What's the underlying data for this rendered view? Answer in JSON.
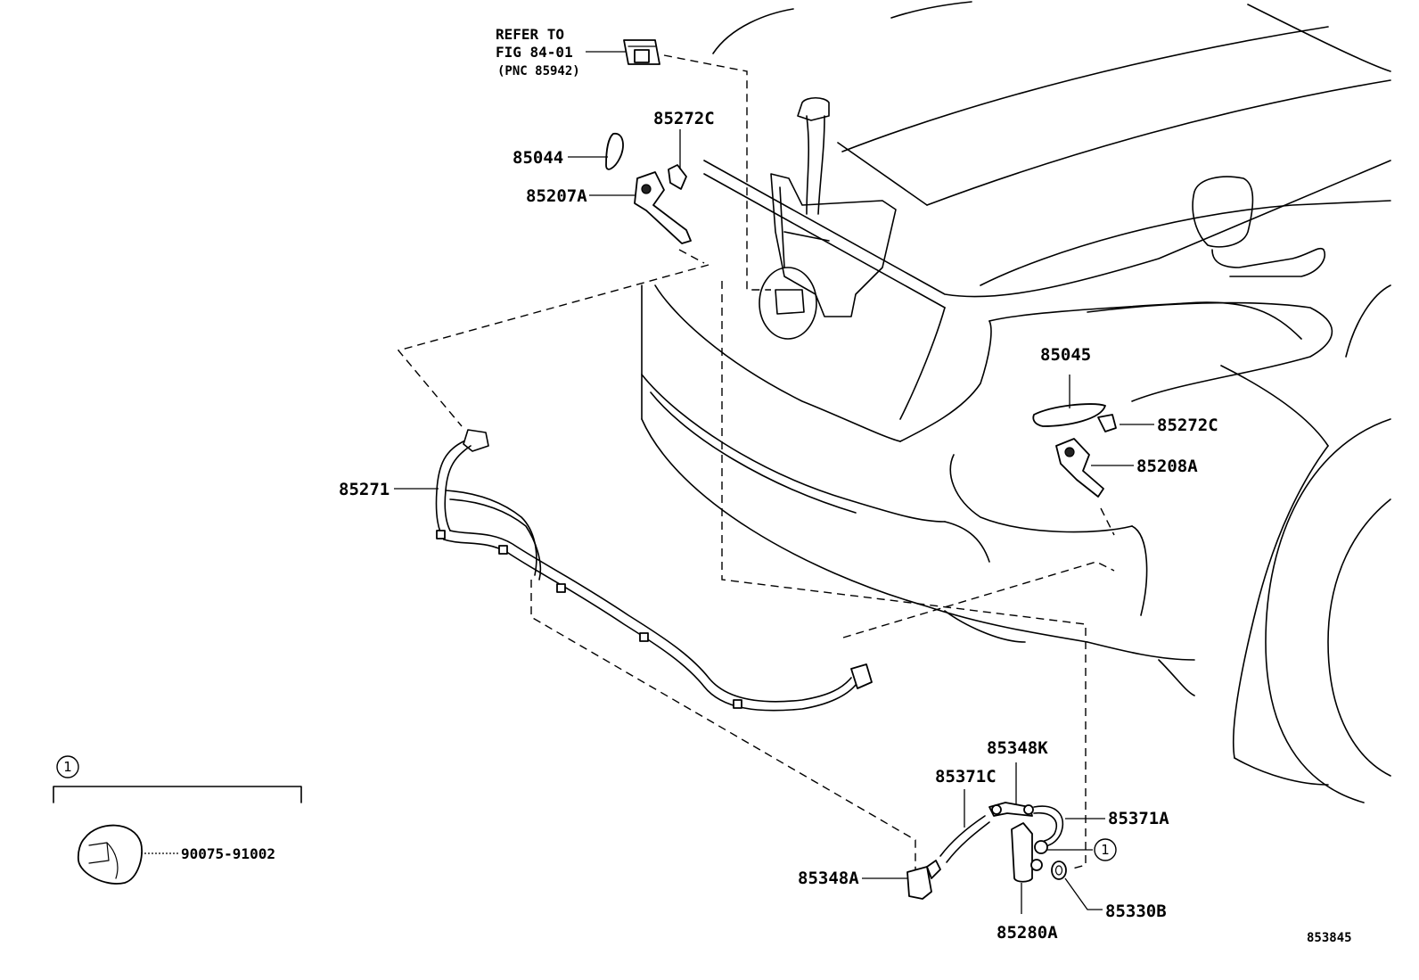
{
  "refer": {
    "line1": "REFER TO",
    "line2": "FIG 84-01",
    "line3": "(PNC 85942)"
  },
  "parts": {
    "p85272C_top": "85272C",
    "p85044": "85044",
    "p85207A": "85207A",
    "p85271": "85271",
    "p85045": "85045",
    "p85272C_right": "85272C",
    "p85208A": "85208A",
    "p85348K": "85348K",
    "p85371C": "85371C",
    "p85371A": "85371A",
    "p85348A": "85348A",
    "p85280A": "85280A",
    "p85330B": "85330B",
    "p90075": "90075-91002"
  },
  "callout": {
    "number": "1",
    "detail_number": "1"
  },
  "figure_id": "853845"
}
